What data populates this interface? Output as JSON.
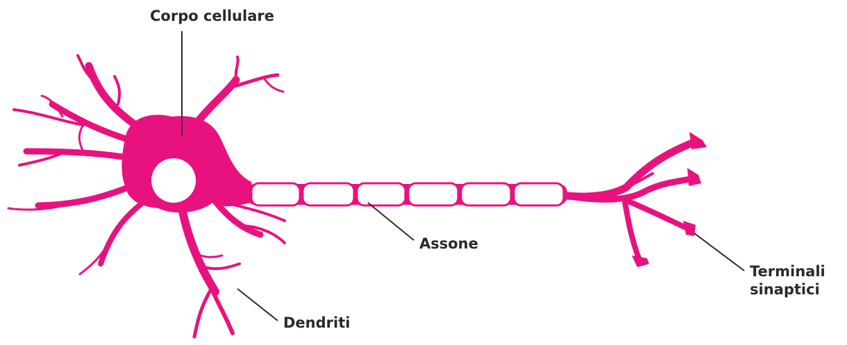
{
  "colors": {
    "neuron": "#E8127F",
    "membrane": "#ffffff",
    "leader_line": "#2a2a2a",
    "text": "#2a2a2a"
  },
  "labels": {
    "cell_body": "Corpo cellulare",
    "axon": "Assone",
    "dendrites": "Dendriti",
    "terminals_line1": "Terminali",
    "terminals_line2": "sinaptici"
  }
}
